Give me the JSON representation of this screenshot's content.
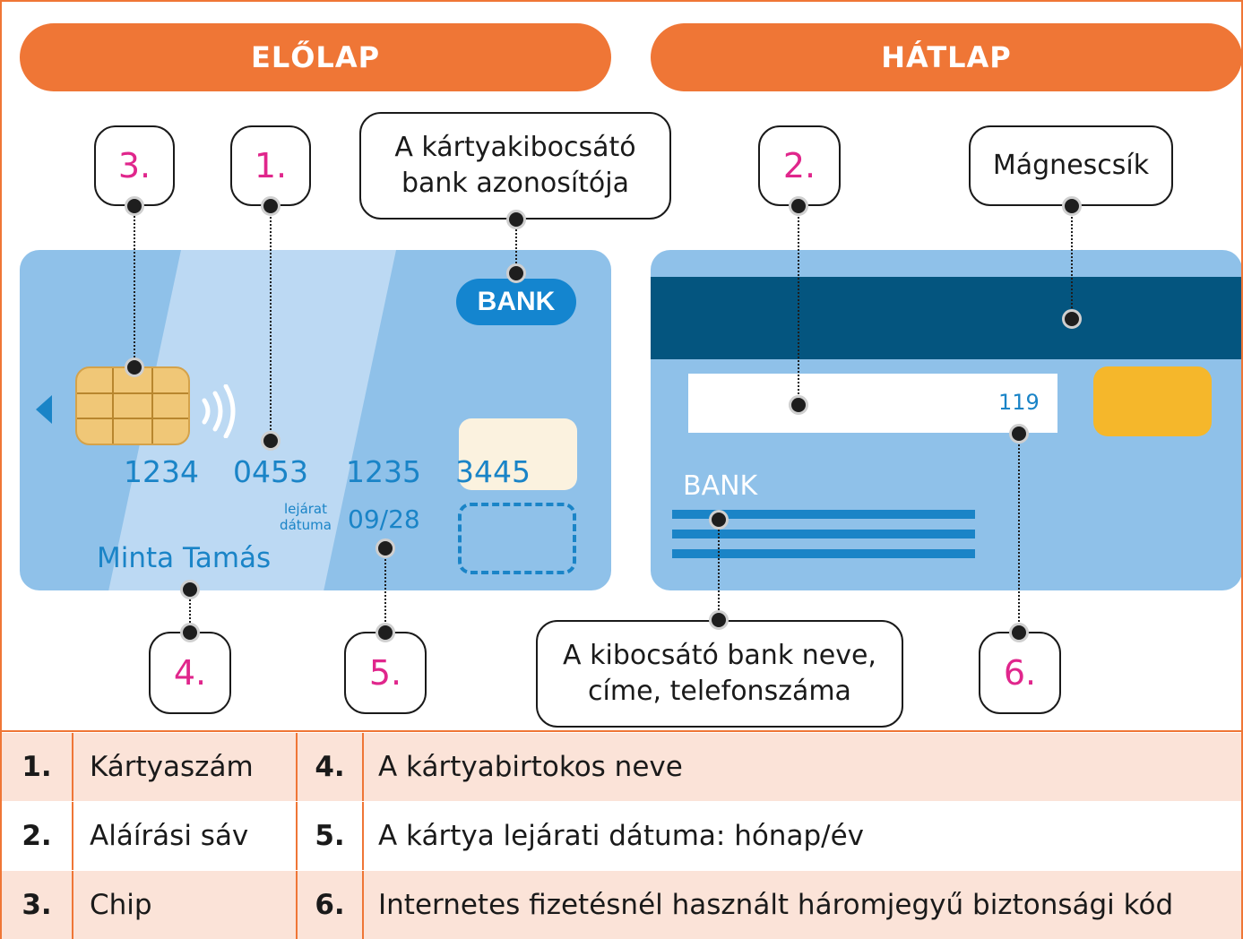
{
  "headers": {
    "front": "ELŐLAP",
    "back": "HÁTLAP"
  },
  "front_card": {
    "bank": "BANK",
    "number_groups": [
      "1234",
      "0453",
      "1235",
      "3445"
    ],
    "expiry_label_line1": "lejárat",
    "expiry_label_line2": "dátuma",
    "expiry": "09/28",
    "holder": "Minta Tamás"
  },
  "back_card": {
    "cvv": "119",
    "bank": "BANK"
  },
  "callouts": {
    "c3": "3.",
    "c1": "1.",
    "c4": "4.",
    "c5": "5.",
    "c2": "2.",
    "c6": "6.",
    "bank_id_line1": "A kártyakibocsátó",
    "bank_id_line2": "bank azonosítója",
    "magstripe": "Mágnescsík",
    "issuer_line1": "A kibocsátó bank neve,",
    "issuer_line2": "címe, telefonszáma"
  },
  "legend": [
    {
      "n1": "1.",
      "t1": "Kártyaszám",
      "n2": "4.",
      "t2": "A kártyabirtokos neve"
    },
    {
      "n1": "2.",
      "t1": "Aláírási sáv",
      "n2": "5.",
      "t2": "A kártya lejárati dátuma: hónap/év"
    },
    {
      "n1": "3.",
      "t1": "Chip",
      "n2": "6.",
      "t2": "Internetes fizetésnél használt háromjegyű biztonsági kód"
    }
  ],
  "colors": {
    "accent": "#ef7636",
    "card": "#8fc1e9",
    "magstripe": "#04557f",
    "callout_number": "#e0268c",
    "card_text": "#1a84c7",
    "legend_shade": "#fbe3d8"
  }
}
